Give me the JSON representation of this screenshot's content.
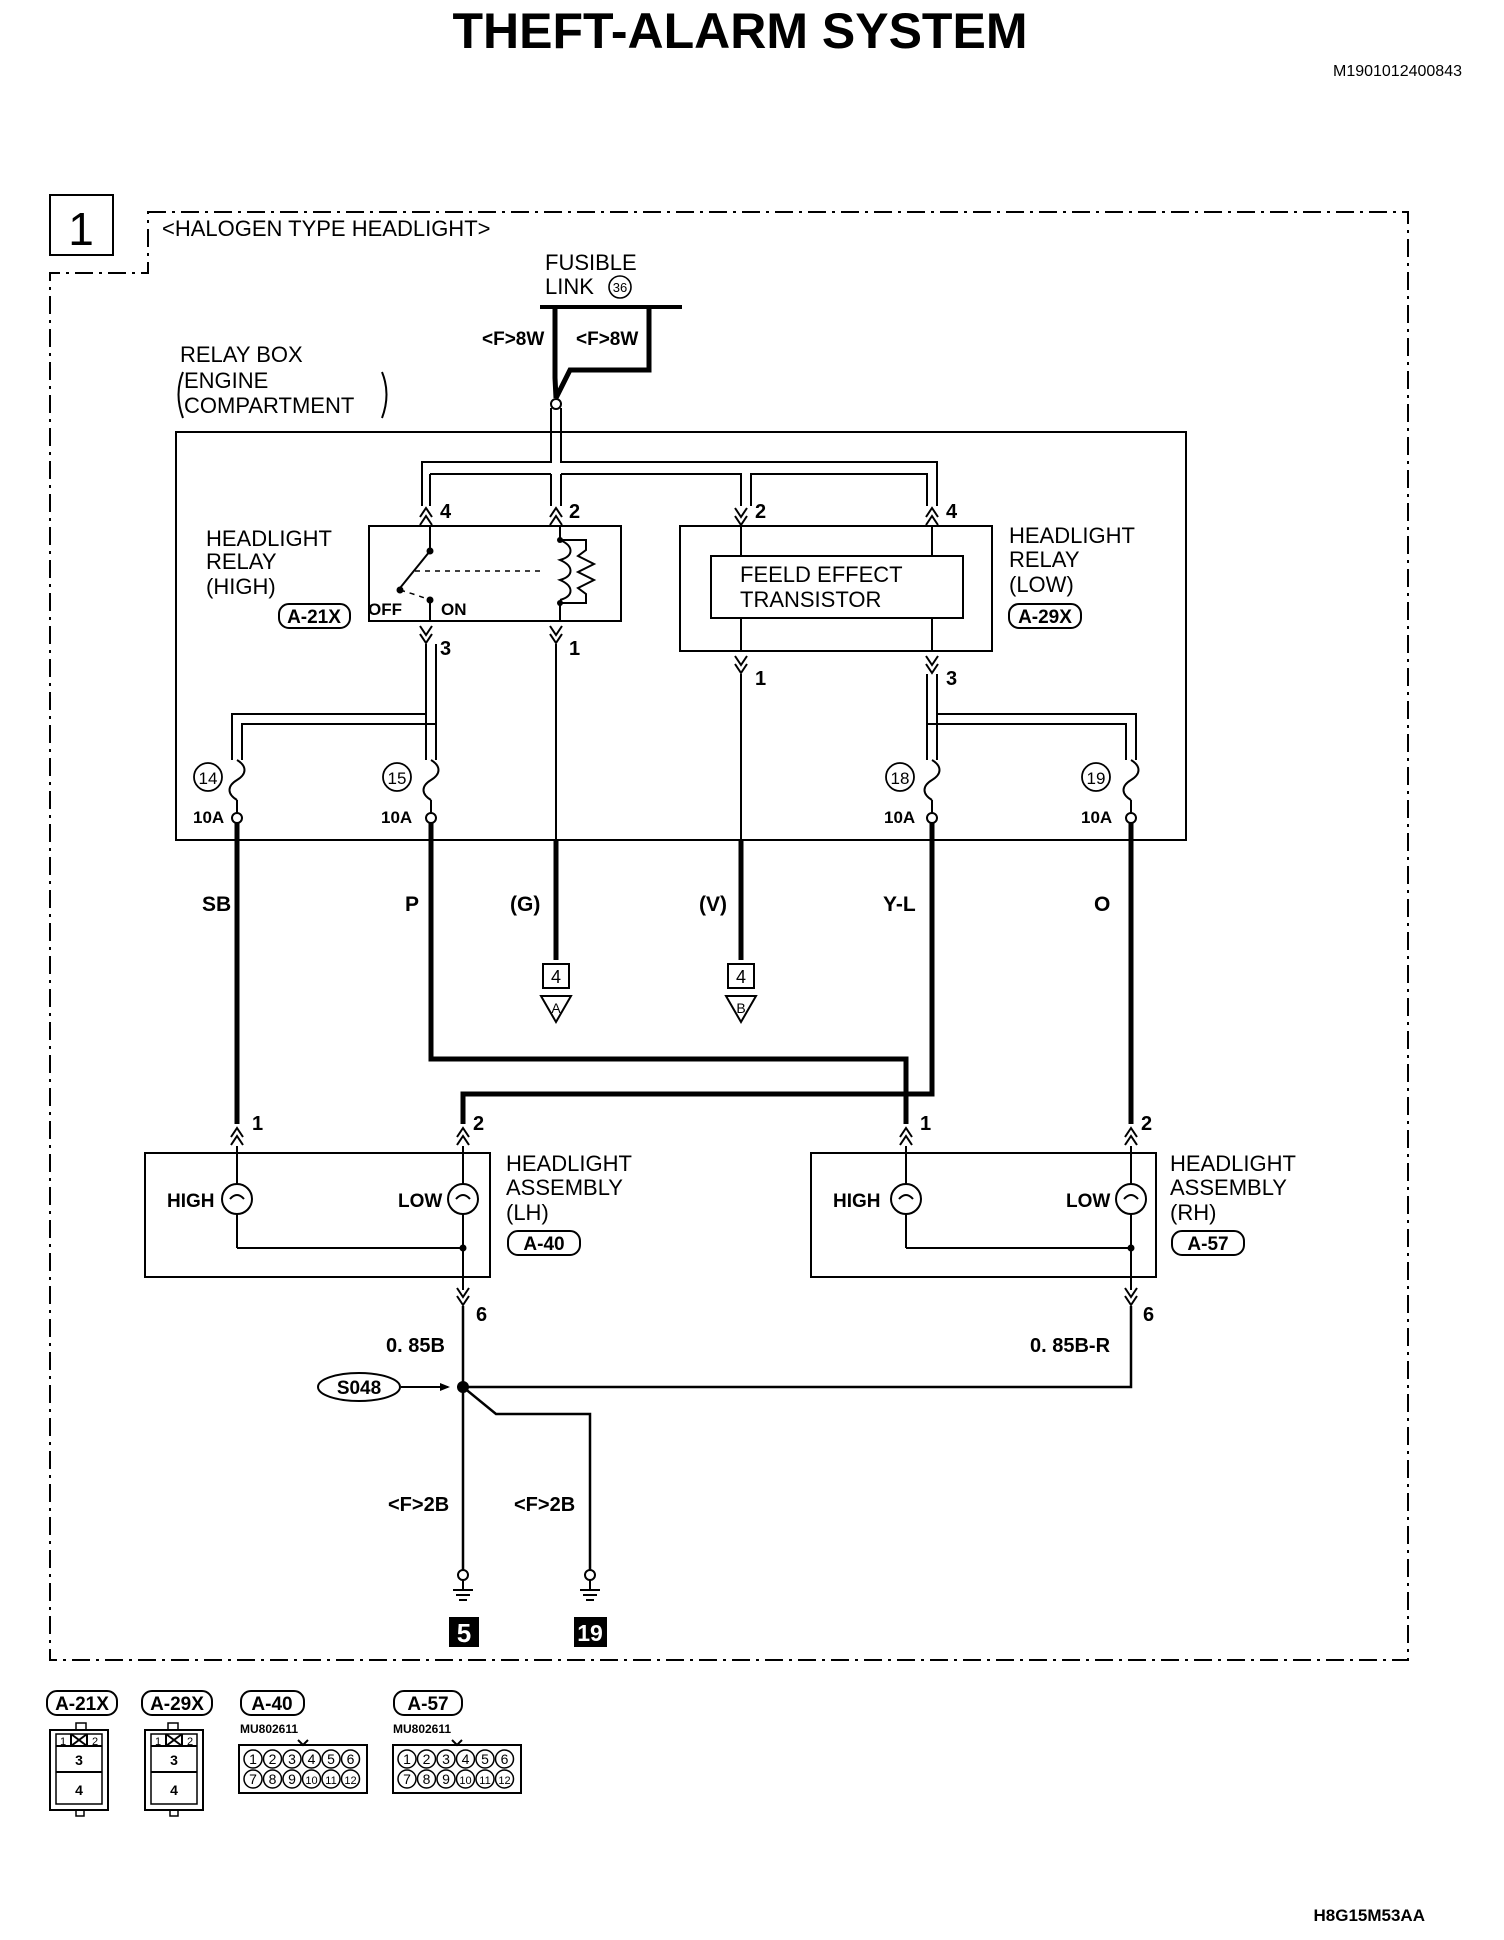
{
  "title": "THEFT-ALARM SYSTEM",
  "doc_code": "M1901012400843",
  "figure_code": "H8G15M53AA",
  "section_number": "1",
  "variant_label": "<HALOGEN TYPE HEADLIGHT>",
  "fusible_link": {
    "line1": "FUSIBLE",
    "line2": "LINK",
    "number": "36"
  },
  "feed_wires": [
    "<F>8W",
    "<F>8W"
  ],
  "relay_box": {
    "line1": "RELAY BOX",
    "line2": "ENGINE",
    "line3": "COMPARTMENT"
  },
  "relay_high": {
    "line1": "HEADLIGHT",
    "line2": "RELAY",
    "line3": "(HIGH)",
    "connector": "A-21X",
    "pin_top_left": "4",
    "pin_top_right": "2",
    "pin_bottom_left": "3",
    "pin_bottom_right": "1",
    "off_label": "OFF",
    "on_label": "ON"
  },
  "relay_low": {
    "line1": "HEADLIGHT",
    "line2": "RELAY",
    "line3": "(LOW)",
    "connector": "A-29X",
    "pin_top_left": "2",
    "pin_top_right": "4",
    "pin_bottom_left": "1",
    "pin_bottom_right": "3",
    "fet_line1": "FEELD EFFECT",
    "fet_line2": "TRANSISTOR"
  },
  "fuses": [
    {
      "number": "14",
      "rating": "10A"
    },
    {
      "number": "15",
      "rating": "10A"
    },
    {
      "number": "18",
      "rating": "10A"
    },
    {
      "number": "19",
      "rating": "10A"
    }
  ],
  "wire_colors": {
    "sb": "SB",
    "p": "P",
    "g": "(G)",
    "v": "(V)",
    "yl": "Y-L",
    "o": "O"
  },
  "refs": [
    {
      "page": "4",
      "letter": "A"
    },
    {
      "page": "4",
      "letter": "B"
    }
  ],
  "headlight_lh": {
    "line1": "HEADLIGHT",
    "line2": "ASSEMBLY",
    "line3": "(LH)",
    "connector": "A-40",
    "high": "HIGH",
    "low": "LOW",
    "pin_high": "1",
    "pin_low": "2",
    "pin_ground": "6"
  },
  "headlight_rh": {
    "line1": "HEADLIGHT",
    "line2": "ASSEMBLY",
    "line3": "(RH)",
    "connector": "A-57",
    "high": "HIGH",
    "low": "LOW",
    "pin_high": "1",
    "pin_low": "2",
    "pin_ground": "6"
  },
  "ground_wires": {
    "lh": "0. 85B",
    "rh": "0. 85B-R",
    "g1": "<F>2B",
    "g2": "<F>2B"
  },
  "splice": "S048",
  "grounds": [
    "5",
    "19"
  ],
  "connector_views": {
    "a21x": {
      "id": "A-21X",
      "pins": [
        "1",
        "2",
        "3",
        "4"
      ]
    },
    "a29x": {
      "id": "A-29X",
      "pins": [
        "1",
        "2",
        "3",
        "4"
      ]
    },
    "a40": {
      "id": "A-40",
      "part": "MU802611",
      "pins": [
        "1",
        "2",
        "3",
        "4",
        "5",
        "6",
        "7",
        "8",
        "9",
        "10",
        "11",
        "12"
      ]
    },
    "a57": {
      "id": "A-57",
      "part": "MU802611",
      "pins": [
        "1",
        "2",
        "3",
        "4",
        "5",
        "6",
        "7",
        "8",
        "9",
        "10",
        "11",
        "12"
      ]
    }
  }
}
